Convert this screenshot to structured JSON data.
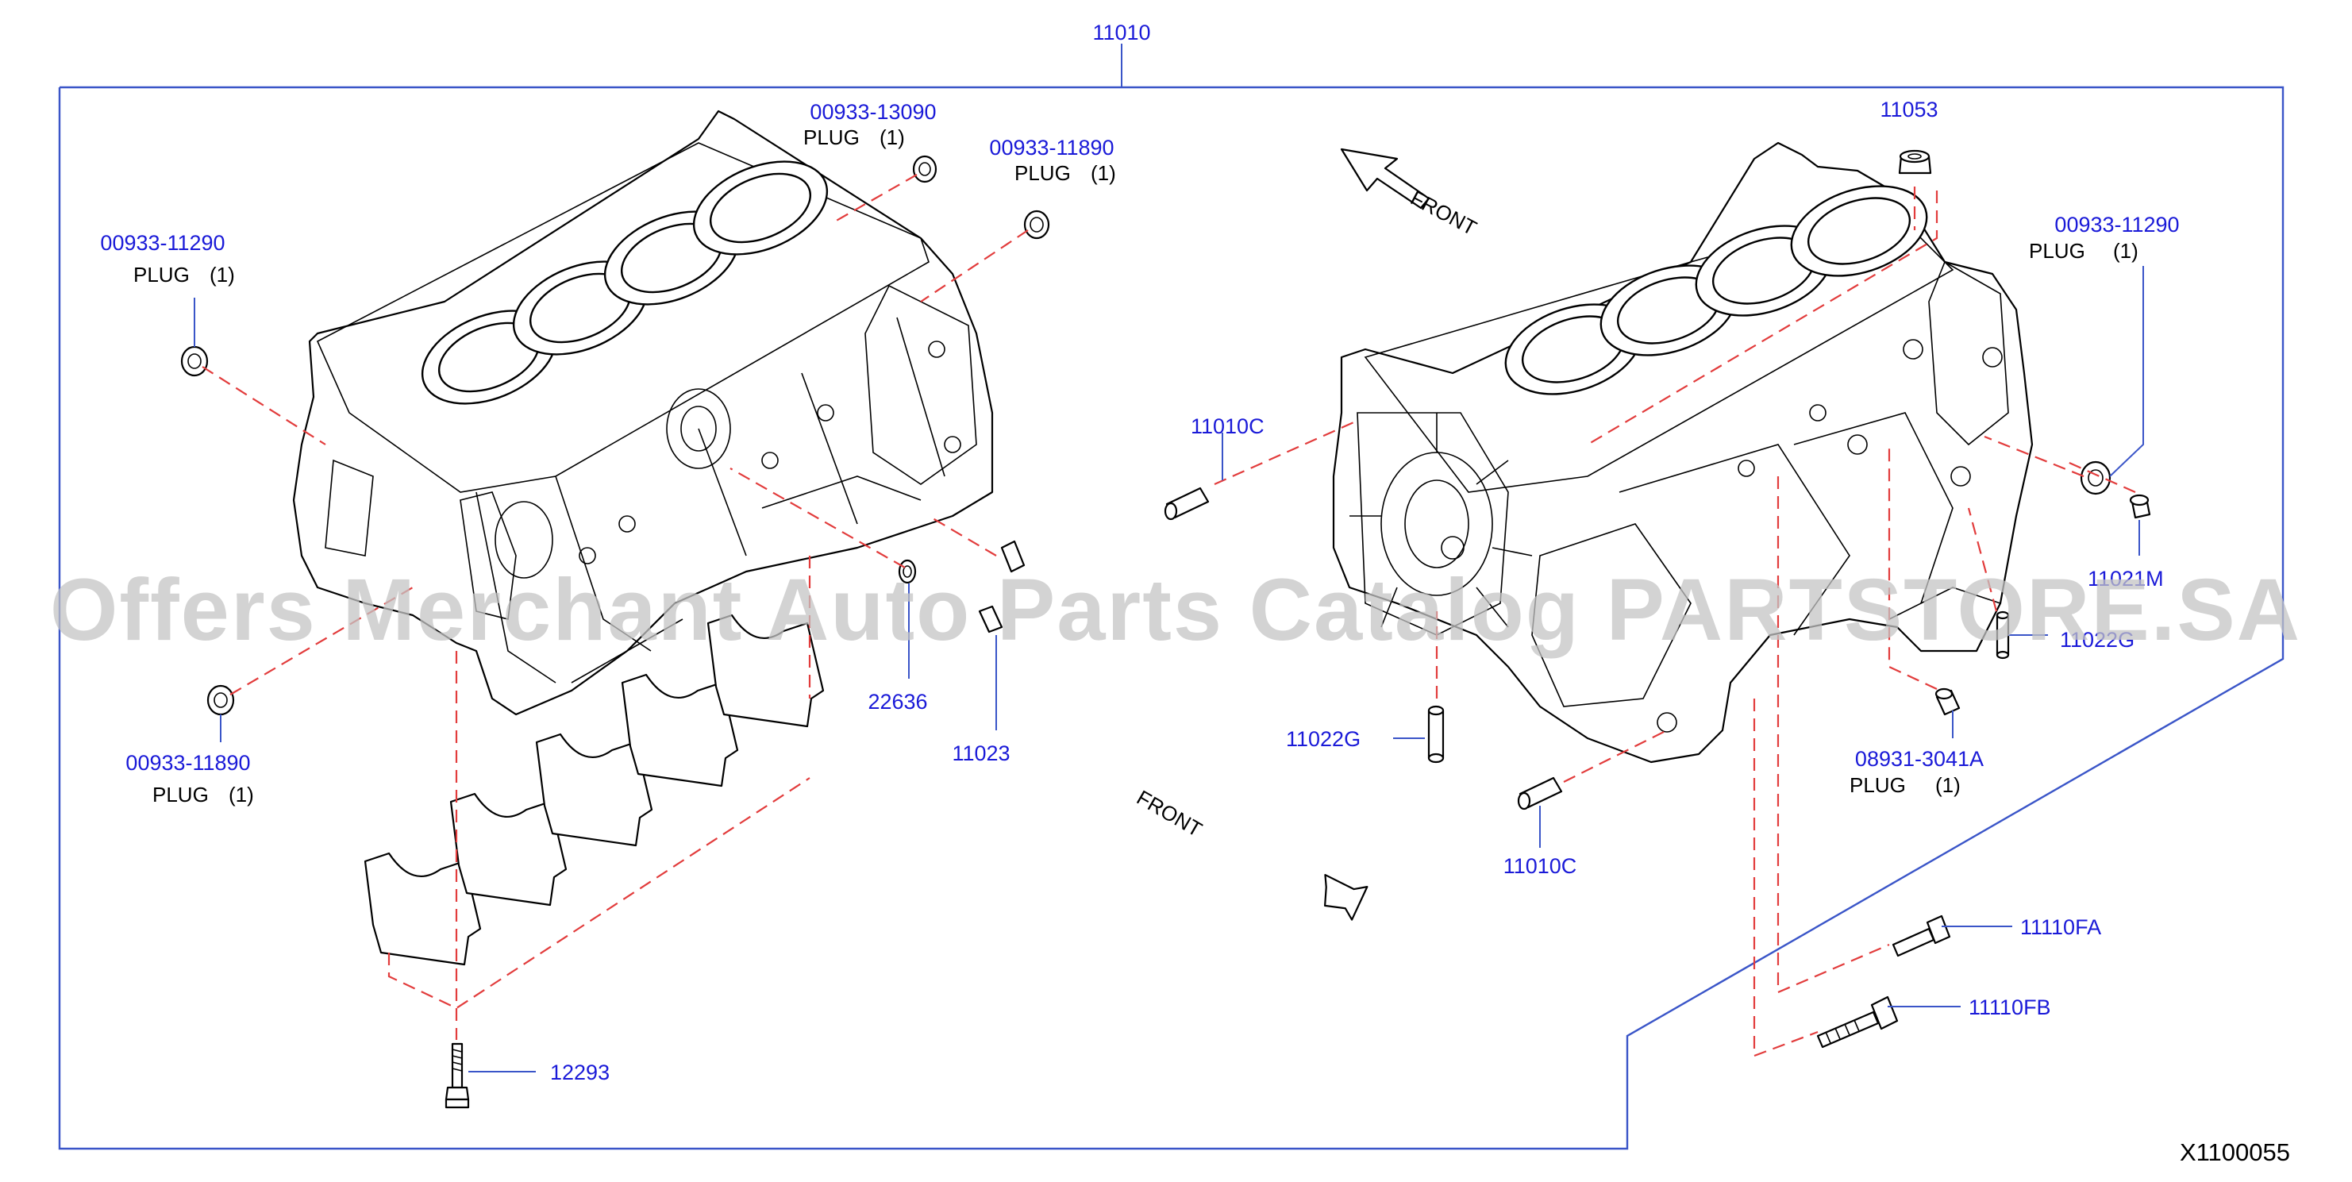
{
  "diagram": {
    "assembly_number": "11010",
    "catalog_code": "X1100055",
    "watermark": "Offers Merchant Auto Parts Catalog PARTSTORE.SA",
    "front_labels": [
      "FRONT",
      "FRONT"
    ],
    "callouts": [
      {
        "part": "00933-13090",
        "desc": "PLUG",
        "qty": "(1)"
      },
      {
        "part": "00933-11890",
        "desc": "PLUG",
        "qty": "(1)"
      },
      {
        "part": "00933-11290",
        "desc": "PLUG",
        "qty": "(1)"
      },
      {
        "part": "00933-11890",
        "desc": "PLUG",
        "qty": "(1)"
      },
      {
        "part": "22636"
      },
      {
        "part": "11023"
      },
      {
        "part": "12293"
      },
      {
        "part": "11053"
      },
      {
        "part": "00933-11290",
        "desc": "PLUG",
        "qty": "(1)"
      },
      {
        "part": "11010C"
      },
      {
        "part": "11021M"
      },
      {
        "part": "11022G"
      },
      {
        "part": "11022G"
      },
      {
        "part": "08931-3041A",
        "desc": "PLUG",
        "qty": "(1)"
      },
      {
        "part": "11010C"
      },
      {
        "part": "11110FA"
      },
      {
        "part": "11110FB"
      }
    ]
  },
  "colors": {
    "part_number": "#1a1ad8",
    "frame": "#3a55c8",
    "dashed_guide": "#e23c3c",
    "watermark": "#c4c4c4",
    "outline": "#000000"
  }
}
